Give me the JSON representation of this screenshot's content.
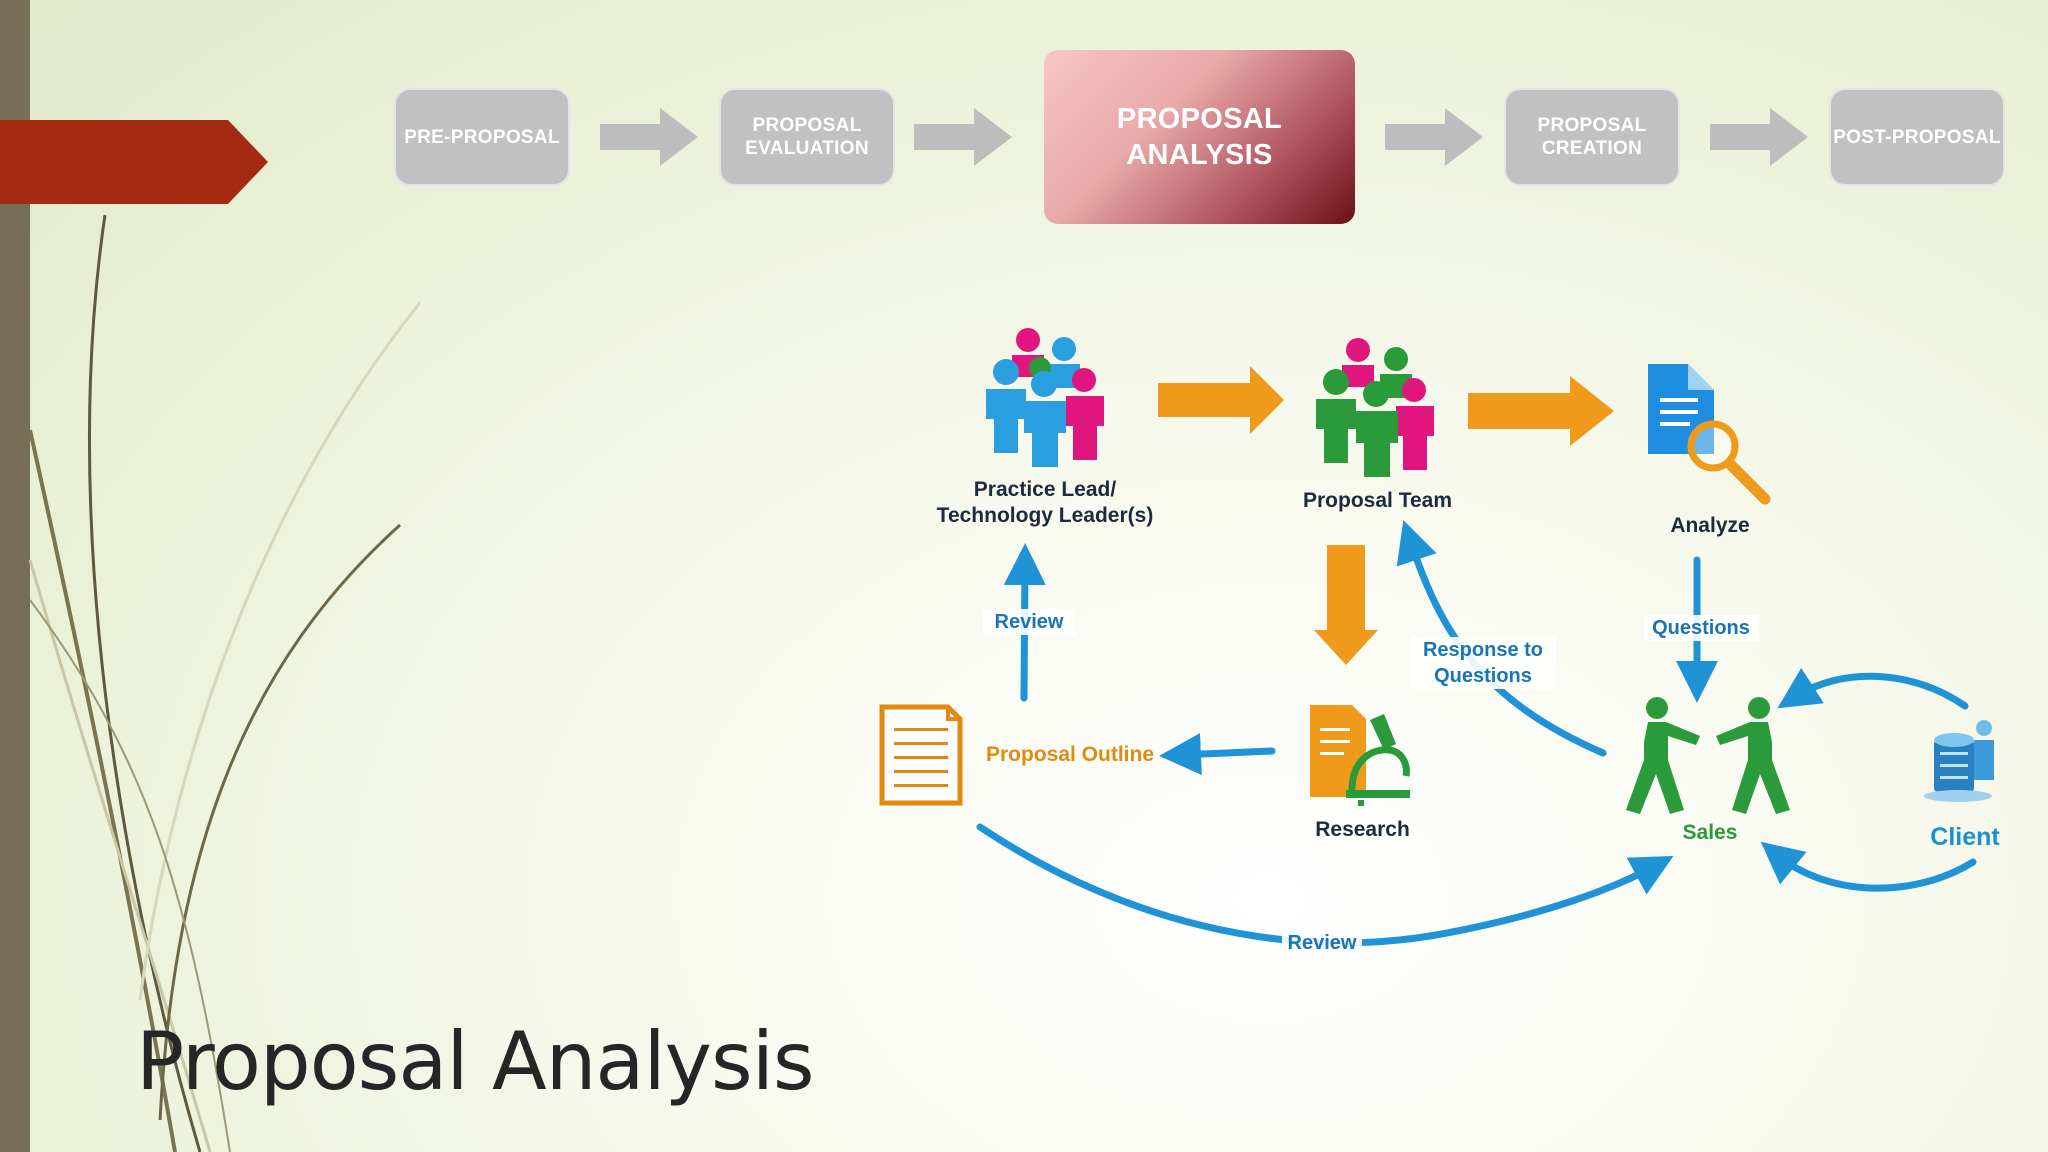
{
  "stages": [
    {
      "label": "PRE-PROPOSAL"
    },
    {
      "label": "PROPOSAL\nEVALUATION"
    },
    {
      "label": "PROPOSAL\nANALYSIS"
    },
    {
      "label": "PROPOSAL\nCREATION"
    },
    {
      "label": "POST-PROPOSAL"
    }
  ],
  "nodes": {
    "practice_lead": "Practice Lead/\nTechnology Leader(s)",
    "proposal_team": "Proposal Team",
    "analyze": "Analyze",
    "proposal_outline": "Proposal Outline",
    "research": "Research",
    "sales": "Sales",
    "client": "Client"
  },
  "edges": {
    "review_up": "Review",
    "questions": "Questions",
    "response": "Response to\nQuestions",
    "review_bottom": "Review"
  },
  "title": "Proposal Analysis",
  "colors": {
    "accent_red": "#a52a12",
    "orange": "#ef9a1b",
    "blue": "#1f93d6",
    "green": "#2a9a3a",
    "magenta": "#e0167e",
    "stage_gray": "#c1c1c1"
  }
}
